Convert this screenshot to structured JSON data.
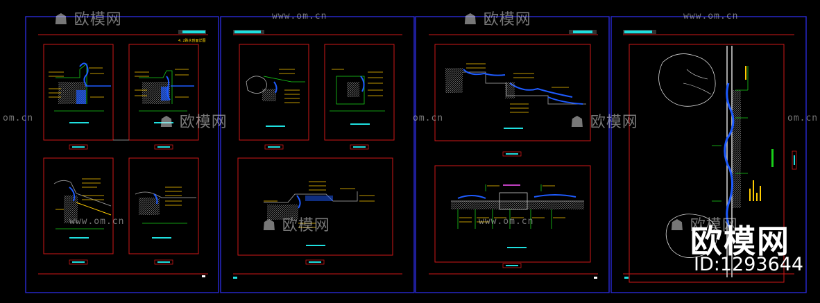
{
  "colors": {
    "background": "#000000",
    "sheet_border": "#2a2ad6",
    "frame": "#d01818",
    "detail_cyan": "#1fe0e0",
    "annotation_yellow": "#ffcc00",
    "annotation_orange": "#ff8c00",
    "leader_green": "#19d019",
    "water_blue": "#1e5bff",
    "watermark": "#d9d9d9"
  },
  "watermark": {
    "brand": "欧模网",
    "url": "www.om.cn",
    "url_short": "om.cn"
  },
  "brand_overlay": {
    "name": "欧模网",
    "id_label": "ID:1293644"
  },
  "sheet1_note": "4. 2跌水剖面详图"
}
